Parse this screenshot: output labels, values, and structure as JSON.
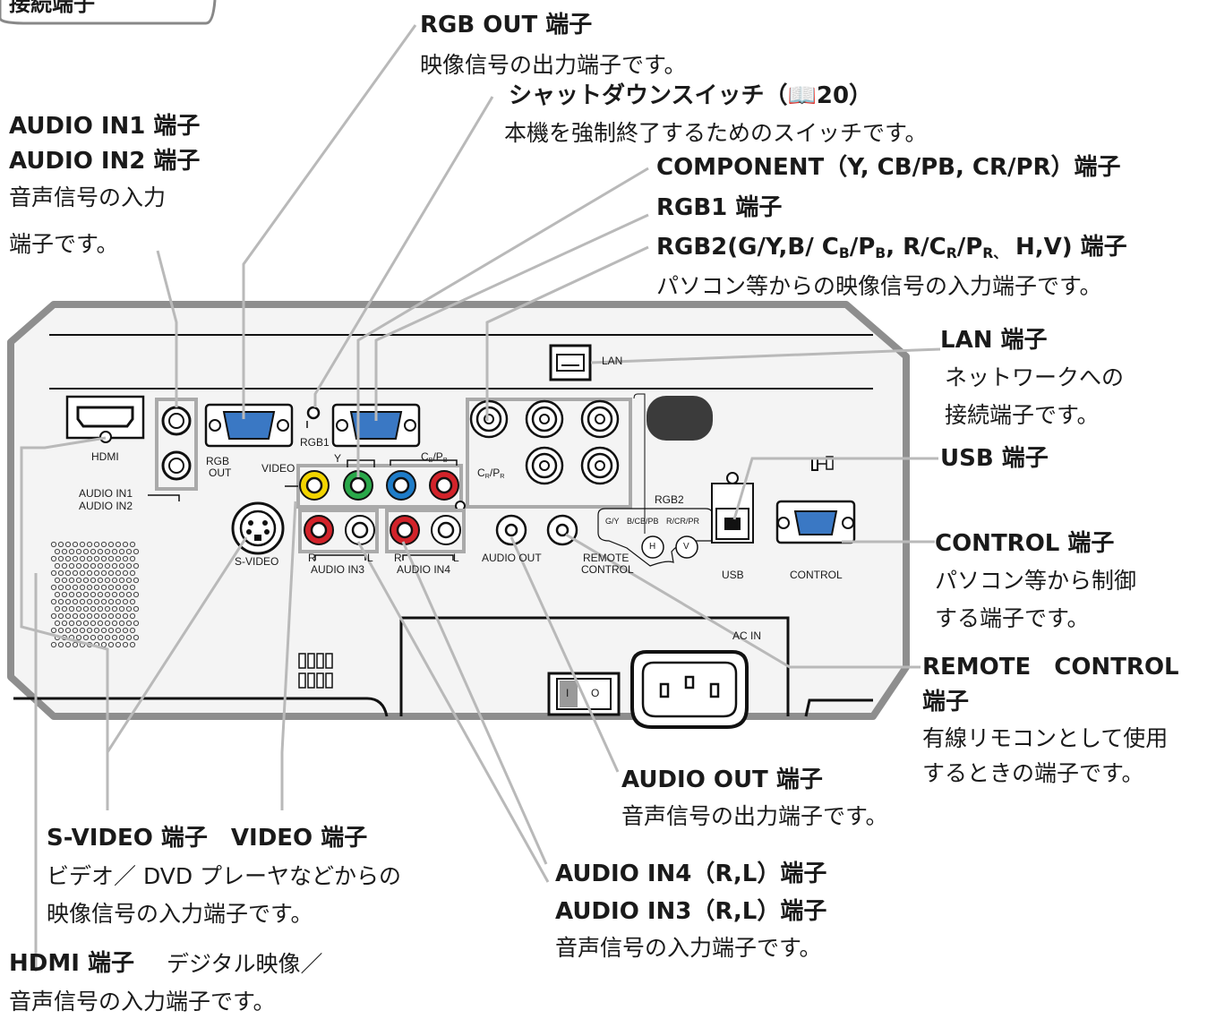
{
  "tab": {
    "label": "接続端子"
  },
  "callouts": {
    "rgb_out": {
      "title": "RGB OUT 端子",
      "desc": "映像信号の出力端子です。"
    },
    "shutdown": {
      "title": "シャットダウンスイッチ（📖20）",
      "desc": "本機を強制終了するためのスイッチです。"
    },
    "audio_in12": {
      "title1": "AUDIO IN1 端子",
      "title2": "AUDIO IN2 端子",
      "desc1": "音声信号の入力",
      "desc2": "端子です。"
    },
    "component": {
      "title": "COMPONENT（Y, CB/PB, CR/PR）端子"
    },
    "rgb1": {
      "title": "RGB1 端子"
    },
    "rgb2": {
      "title_a": "RGB2(G/Y,B/ C",
      "sub_b": "B",
      "title_b": "/P",
      "sub_b2": "B",
      "title_c": ", R/C",
      "sub_r": "R",
      "title_d": "/P",
      "sub_r2": "R、",
      "title_e": " H,V) 端子",
      "desc": "パソコン等からの映像信号の入力端子です。"
    },
    "lan": {
      "title": "LAN 端子",
      "desc1": "ネットワークへの",
      "desc2": "接続端子です。"
    },
    "usb": {
      "title": "USB 端子"
    },
    "control": {
      "title": "CONTROL 端子",
      "desc1": "パソコン等から制御",
      "desc2": "する端子です。"
    },
    "remote": {
      "title1": "REMOTE　CONTROL",
      "title2": "端子",
      "desc1": "有線リモコンとして使用",
      "desc2": "するときの端子です。"
    },
    "audio_out": {
      "title": "AUDIO OUT 端子",
      "desc": "音声信号の出力端子です。"
    },
    "svideo": {
      "title": "S-VIDEO 端子　VIDEO 端子",
      "desc1": "ビデオ／ DVD プレーヤなどからの",
      "desc2": "映像信号の入力端子です。"
    },
    "audio_in34": {
      "title1": "AUDIO IN4（R,L）端子",
      "title2": "AUDIO IN3（R,L）端子",
      "desc": "音声信号の入力端子です。"
    },
    "hdmi": {
      "title": "HDMI 端子",
      "desc1": "デジタル映像／",
      "desc2": "音声信号の入力端子です。"
    }
  },
  "panel_labels": {
    "hdmi": "HDMI",
    "audio_in1": "AUDIO IN1",
    "audio_in2": "AUDIO IN2",
    "rgb_out1": "RGB",
    "rgb_out2": "OUT",
    "rgb1": "RGB1",
    "video": "VIDEO",
    "y": "Y",
    "cb_a": "C",
    "cb_b": "B",
    "cb_c": "/P",
    "cb_d": "B",
    "cr_a": "C",
    "cr_b": "R",
    "cr_c": "/P",
    "cr_d": "R",
    "svideo": "S-VIDEO",
    "r3": "R",
    "l3": "L",
    "audio_in3": "AUDIO IN3",
    "r4": "R",
    "l4": "L",
    "audio_in4": "AUDIO IN4",
    "audio_out": "AUDIO OUT",
    "remote1": "REMOTE",
    "remote2": "CONTROL",
    "rgb2": "RGB2",
    "gy": "G/Y",
    "bcb": "B/CB/PB",
    "rcr": "R/CR/PR",
    "h": "H",
    "v": "V",
    "usb": "USB",
    "control": "CONTROL",
    "lan": "LAN",
    "ac_in": "AC IN",
    "switch_on": "I",
    "switch_off": "O"
  },
  "colors": {
    "leader": "#b9b9b9",
    "vga_blue": "#3a78c4",
    "yellow": "#f2d400",
    "green": "#2aa84a",
    "blue": "#1e7cc8",
    "red": "#d2232a",
    "frame": "#8a8a8a"
  }
}
